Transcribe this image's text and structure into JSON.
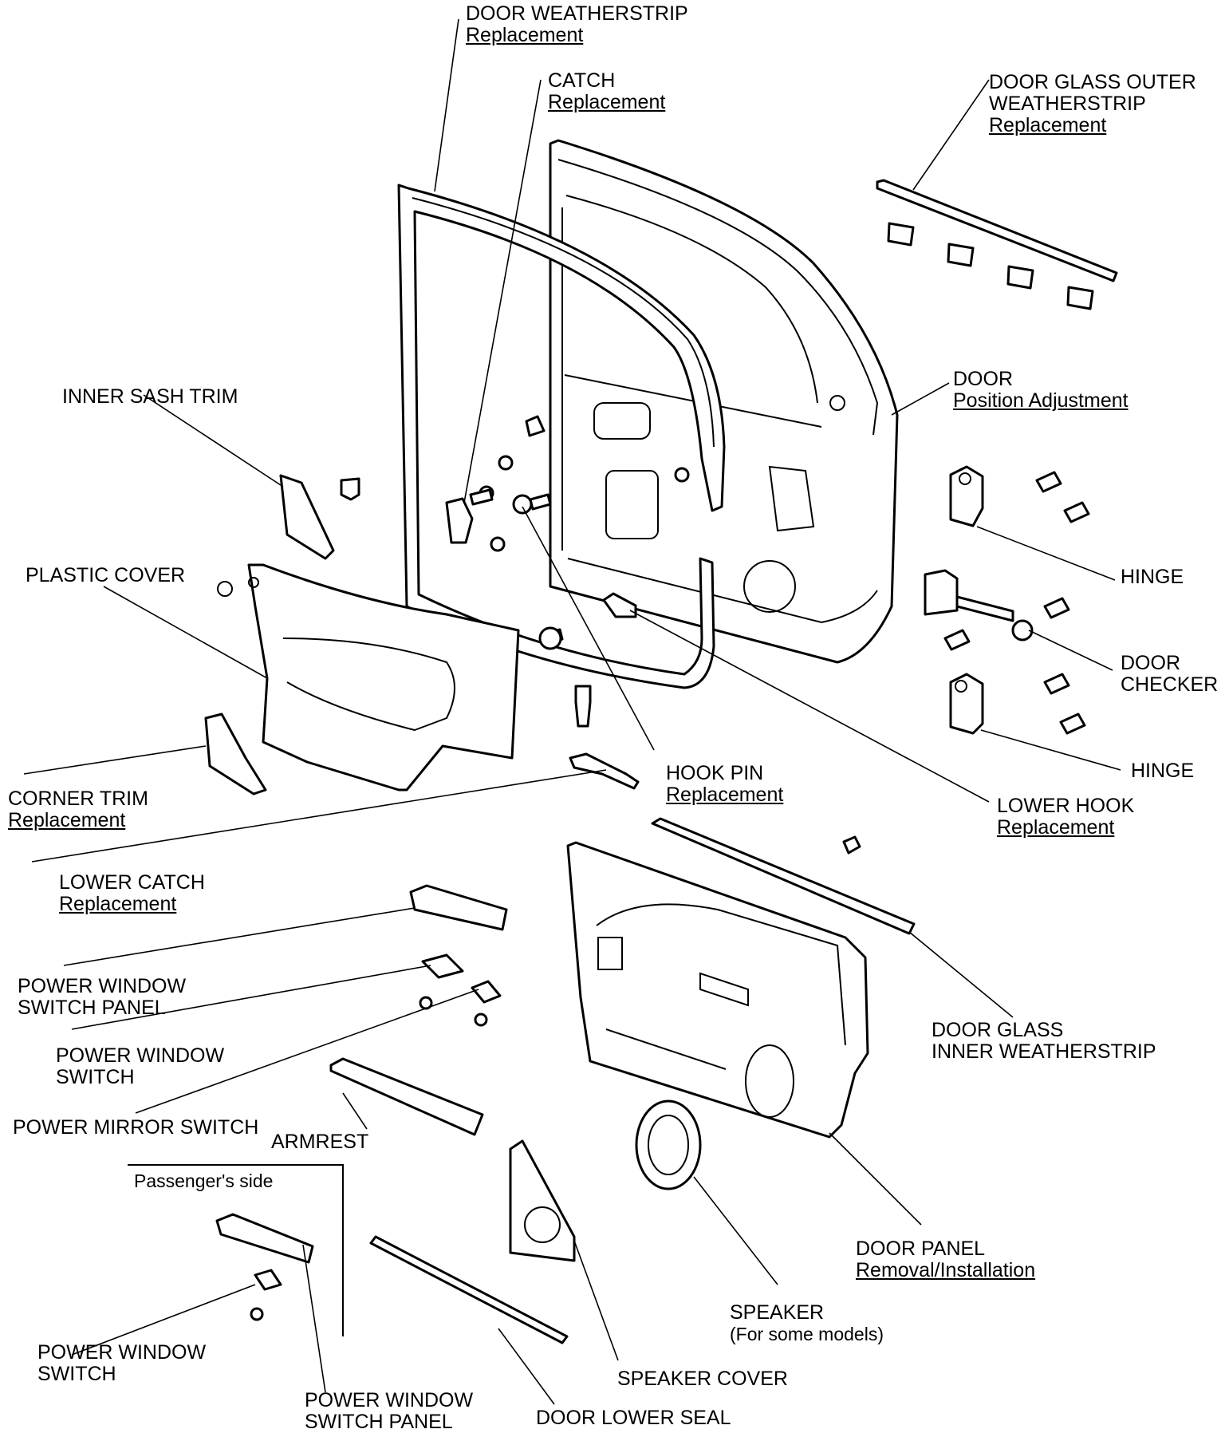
{
  "labels": {
    "door_weatherstrip": {
      "name": "DOOR WEATHERSTRIP",
      "link": "Replacement"
    },
    "catch": {
      "name": "CATCH",
      "link": "Replacement"
    },
    "door_glass_outer_weatherstrip": {
      "name1": "DOOR GLASS OUTER",
      "name2": "WEATHERSTRIP",
      "link": "Replacement"
    },
    "inner_sash_trim": {
      "name": "INNER SASH TRIM"
    },
    "door": {
      "name": "DOOR",
      "link": "Position Adjustment"
    },
    "plastic_cover": {
      "name": "PLASTIC COVER"
    },
    "hinge_upper": {
      "name": "HINGE"
    },
    "door_checker": {
      "name1": "DOOR",
      "name2": "CHECKER"
    },
    "hinge_lower": {
      "name": "HINGE"
    },
    "corner_trim": {
      "name": "CORNER TRIM",
      "link": "Replacement"
    },
    "hook_pin": {
      "name": "HOOK PIN",
      "link": "Replacement"
    },
    "lower_hook": {
      "name": "LOWER HOOK",
      "link": "Replacement"
    },
    "lower_catch": {
      "name": "LOWER CATCH",
      "link": "Replacement"
    },
    "power_window_switch_panel": {
      "name1": "POWER WINDOW",
      "name2": "SWITCH PANEL"
    },
    "power_window_switch": {
      "name1": "POWER WINDOW",
      "name2": "SWITCH"
    },
    "power_mirror_switch": {
      "name": "POWER MIRROR SWITCH"
    },
    "armrest": {
      "name": "ARMREST"
    },
    "door_glass_inner_weatherstrip": {
      "name1": "DOOR GLASS",
      "name2": "INNER WEATHERSTRIP"
    },
    "passengers_side": {
      "name": "Passenger's side"
    },
    "door_panel": {
      "name": "DOOR PANEL",
      "link": "Removal/Installation"
    },
    "speaker": {
      "name": "SPEAKER",
      "note": "(For some models)"
    },
    "passenger_power_window_switch": {
      "name1": "POWER WINDOW",
      "name2": "SWITCH"
    },
    "speaker_cover": {
      "name": "SPEAKER COVER"
    },
    "passenger_power_window_switch_panel": {
      "name1": "POWER WINDOW",
      "name2": "SWITCH PANEL"
    },
    "door_lower_seal": {
      "name": "DOOR LOWER SEAL"
    }
  }
}
